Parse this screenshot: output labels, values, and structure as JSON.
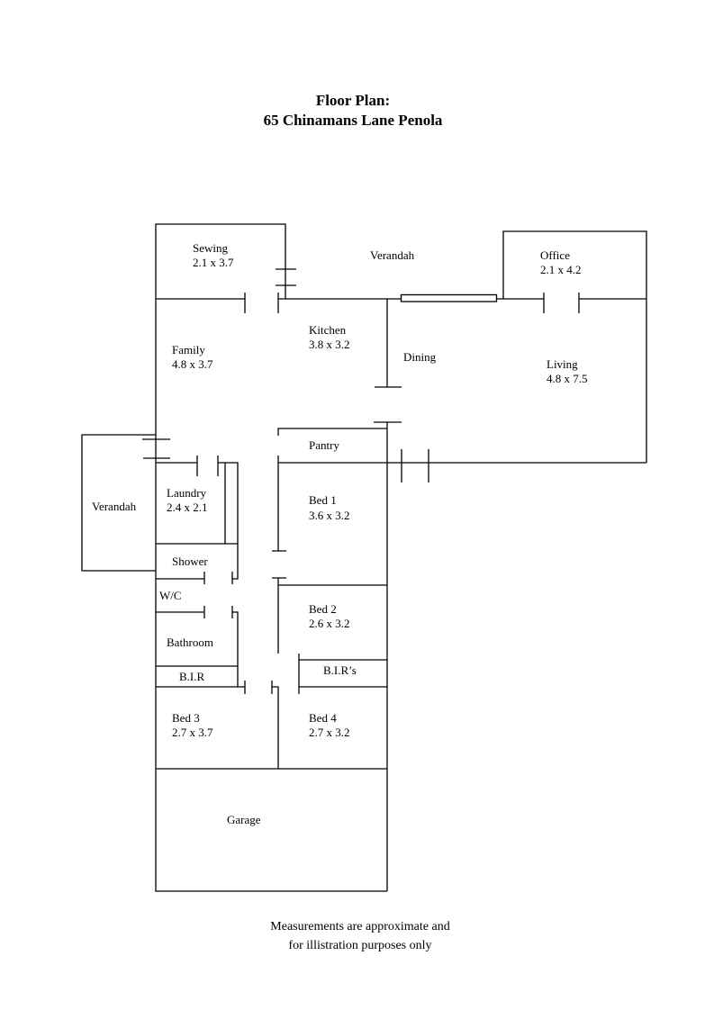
{
  "title": {
    "line1": "Floor Plan:",
    "line2": "65 Chinamans Lane Penola"
  },
  "rooms": {
    "sewing": {
      "name": "Sewing",
      "size": "2.1 x 3.7"
    },
    "verandah_top": {
      "name": "Verandah"
    },
    "office": {
      "name": "Office",
      "size": "2.1 x 4.2"
    },
    "kitchen": {
      "name": "Kitchen",
      "size": "3.8 x 3.2"
    },
    "family": {
      "name": "Family",
      "size": "4.8 x 3.7"
    },
    "dining": {
      "name": "Dining"
    },
    "living": {
      "name": "Living",
      "size": "4.8 x 7.5"
    },
    "pantry": {
      "name": "Pantry"
    },
    "verandah_side": {
      "name": "Verandah"
    },
    "laundry": {
      "name": "Laundry",
      "size": "2.4 x 2.1"
    },
    "bed1": {
      "name": "Bed 1",
      "size": "3.6 x 3.2"
    },
    "shower": {
      "name": "Shower"
    },
    "wc": {
      "name": "W/C"
    },
    "bed2": {
      "name": "Bed 2",
      "size": "2.6 x 3.2"
    },
    "bathroom": {
      "name": "Bathroom"
    },
    "bir": {
      "name": "B.I.R"
    },
    "birs": {
      "name": "B.I.R’s"
    },
    "bed3": {
      "name": "Bed 3",
      "size": "2.7 x 3.7"
    },
    "bed4": {
      "name": "Bed 4",
      "size": "2.7 x 3.2"
    },
    "garage": {
      "name": "Garage"
    }
  },
  "footer": {
    "line1": "Measurements are approximate and",
    "line2": "for illistration purposes only"
  }
}
